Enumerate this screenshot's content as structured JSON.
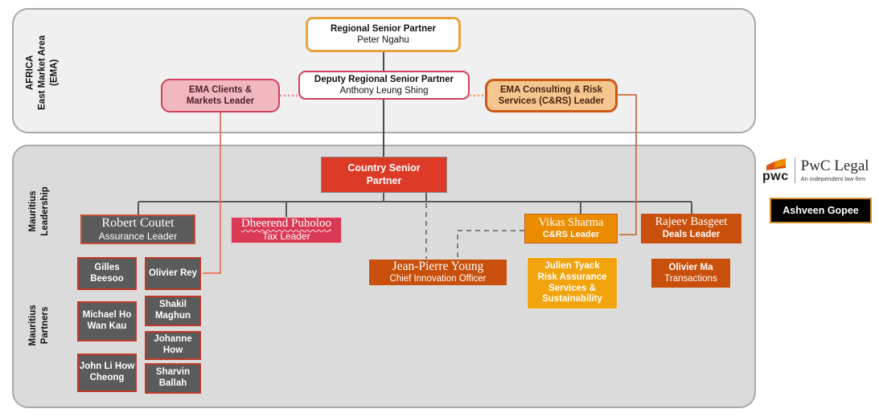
{
  "bands": {
    "ema": {
      "label": "AFRICA\nEast Market Area\n(EMA)"
    },
    "mauritius": {
      "leadership_label": "Mauritius\nLeadership",
      "partners_label": "Mauritius\nPartners"
    }
  },
  "nodes": {
    "regional_senior_partner": {
      "title": "Regional Senior Partner",
      "name": "Peter Ngahu"
    },
    "deputy_regional_senior_partner": {
      "title": "Deputy Regional Senior Partner",
      "name": "Anthony Leung Shing"
    },
    "ema_clients_markets_leader": {
      "label": "EMA Clients &\nMarkets Leader"
    },
    "ema_crs_leader": {
      "label": "EMA Consulting & Risk\nServices (C&RS) Leader"
    },
    "country_senior_partner": {
      "label": "Country Senior\nPartner"
    },
    "assurance_leader": {
      "name": "Robert Coutet",
      "role": "Assurance Leader"
    },
    "tax_leader": {
      "name": "Dheerend Puholoo",
      "role": "Tax Leader"
    },
    "crs_leader": {
      "name": "Vikas Sharma",
      "role": "C&RS Leader"
    },
    "deals_leader": {
      "name": "Rajeev Basgeet",
      "role": "Deals Leader"
    },
    "chief_innovation_officer": {
      "name": "Jean-Pierre Young",
      "role": "Chief Innovation Officer"
    },
    "risk_assurance_leader": {
      "name": "Julien Tyack",
      "role": "Risk Assurance Services & Sustainability"
    },
    "transactions_leader": {
      "name": "Olivier Ma",
      "role": "Transactions"
    }
  },
  "partners": [
    {
      "name": "Gilles Beesoo"
    },
    {
      "name": "Olivier Rey"
    },
    {
      "name": "Michael Ho Wan Kau"
    },
    {
      "name": "Shakil Maghun"
    },
    {
      "name": "Johanne How"
    },
    {
      "name": "John Li How Cheong"
    },
    {
      "name": "Sharvin Ballah"
    }
  ],
  "legal": {
    "pwc_wordmark": "pwc",
    "brand": "PwC Legal",
    "tagline": "An independent law firm",
    "person": "Ashveen Gopee"
  },
  "colors": {
    "pwc_red": "#DC3A26",
    "rust_orange": "#C9500C",
    "orange": "#EB8C00",
    "amber": "#F2A40E",
    "rose": "#D93954",
    "pink_light": "#F2B8C1",
    "peach": "#F6C690",
    "dark_gray_box": "#5B5B5B",
    "band_light": "#F0F0F0",
    "band_dark": "#DBDBDB",
    "gold_border": "#E8A33D",
    "crimson_border": "#D3405C",
    "orange_border": "#C85A15",
    "red_box_border": "#C0392B",
    "connector_gray": "#595959",
    "connector_salmon": "#E8735B",
    "connector_orange": "#C9703F"
  }
}
